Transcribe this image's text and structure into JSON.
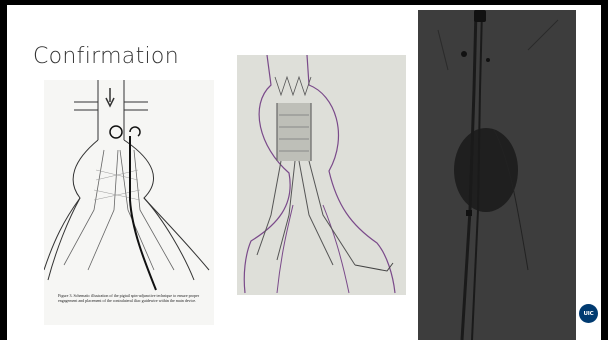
{
  "slide": {
    "title": "Confirmation",
    "figure1_caption": "Figure 3. Schematic illustration of the pigtail spin-adjunctive technique to ensure proper engagement and placement of the contralateral iliac guidewire within the main device.",
    "logo_text": "UIC"
  },
  "colors": {
    "brand": "#003a70",
    "title": "#333333",
    "frame": "#000000"
  }
}
